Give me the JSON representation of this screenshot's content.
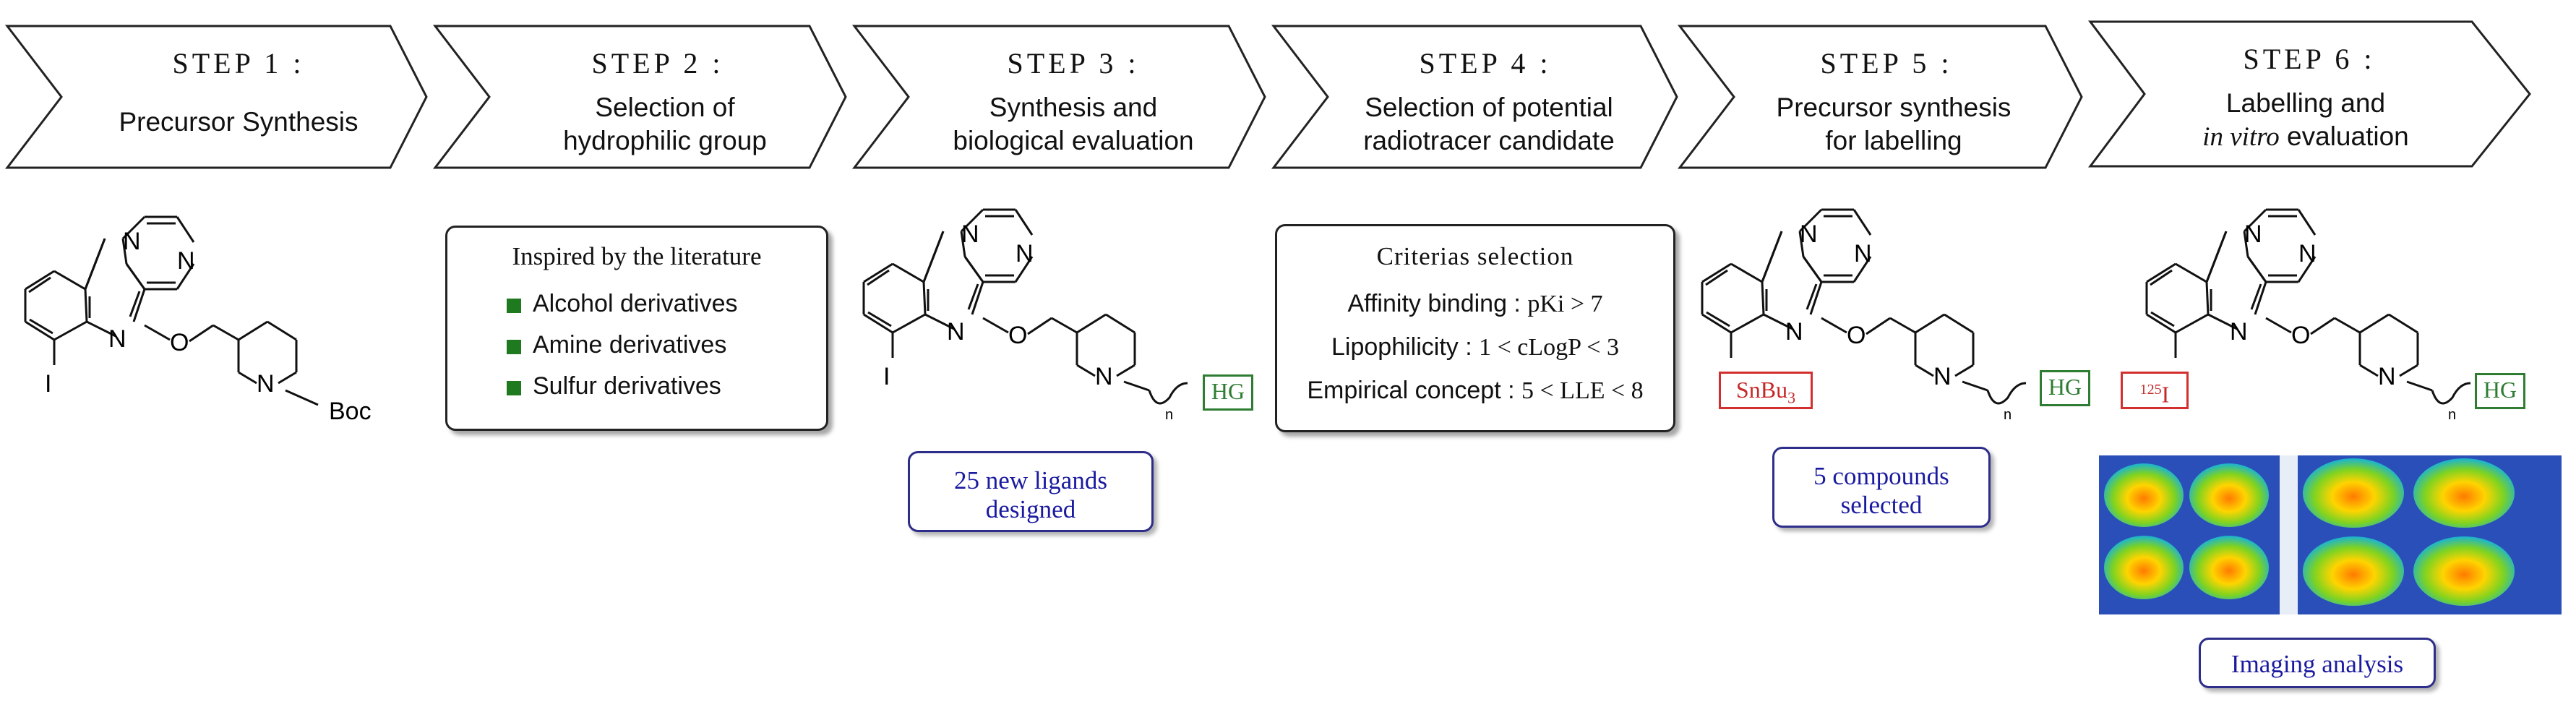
{
  "steps": [
    {
      "num": "STEP 1 :",
      "line1": "Precursor Synthesis",
      "line2": ""
    },
    {
      "num": "STEP 2 :",
      "line1": "Selection of",
      "line2": "hydrophilic group"
    },
    {
      "num": "STEP 3 :",
      "line1": "Synthesis and",
      "line2": "biological evaluation"
    },
    {
      "num": "STEP 4 :",
      "line1": "Selection of potential",
      "line2": "radiotracer candidate"
    },
    {
      "num": "STEP 5 :",
      "line1": "Precursor synthesis",
      "line2": "for labelling"
    },
    {
      "num": "STEP 6 :",
      "line1": "Labelling and",
      "line2_italic": "in vitro",
      "line2_rest": " evaluation"
    }
  ],
  "step2_box": {
    "title": "Inspired by the literature",
    "items": [
      "Alcohol derivatives",
      "Amine derivatives",
      "Sulfur derivatives"
    ],
    "bullet_color": "#1f7a1f"
  },
  "step3_pill": {
    "line1": "25 new ligands",
    "line2": "designed"
  },
  "step4_box": {
    "title": "Criterias selection",
    "rows": [
      {
        "label": "Affinity binding : ",
        "value": "pKi > 7"
      },
      {
        "label": "Lipophilicity : ",
        "value": "1 < cLogP < 3"
      },
      {
        "label": "Empirical concept : ",
        "value": "5 < LLE < 8"
      }
    ]
  },
  "step5_pill": {
    "line1": "5 compounds",
    "line2": "selected"
  },
  "step6_pill": {
    "line1": "Imaging analysis"
  },
  "molecule": {
    "N": "N",
    "O": "O",
    "I": "I",
    "Boc": "Boc",
    "n": "n",
    "HG": "HG",
    "SnBu3": "SnBu",
    "SnBu3_sub": "3",
    "I125_sup": "125",
    "I125": "I"
  },
  "colors": {
    "hg": "#2e7d32",
    "red_label": "#c62828",
    "pill_text": "#1a1aa0"
  }
}
